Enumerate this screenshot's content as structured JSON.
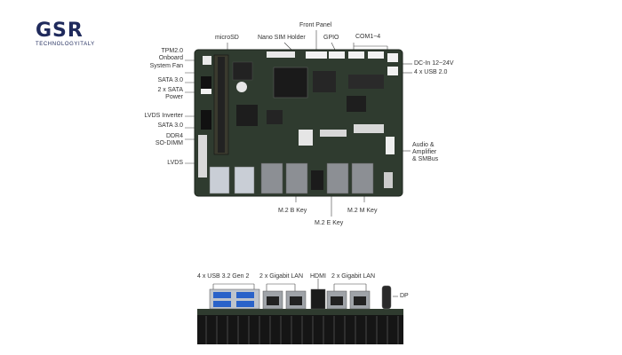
{
  "logo": {
    "main": "GSR",
    "sub": "TECHNOLOGYITALY"
  },
  "colors": {
    "pcb": "#2f3b2f",
    "pcb_edge": "#1d251d",
    "label": "#333333",
    "line": "#444444",
    "brand": "#1f2a5c",
    "heatsink": "#151515"
  },
  "top_labels": {
    "front_panel": "Front Panel",
    "microsd": "microSD",
    "nano_sim": "Nano SIM Holder",
    "gpio": "GPIO",
    "com": "COM1~4"
  },
  "left_labels": {
    "tpm": [
      "TPM2.0",
      "Onboard"
    ],
    "system_fan": "System Fan",
    "sata1": "SATA 3.0",
    "sata_power": [
      "2 x SATA",
      "Power"
    ],
    "lvds_inverter": "LVDS Inverter",
    "sata2": "SATA 3.0",
    "ddr4": [
      "DDR4",
      "SO-DIMM"
    ],
    "lvds": "LVDS"
  },
  "right_labels": {
    "dc_in": "DC-In 12~24V",
    "usb20": "4 x USB 2.0",
    "audio": [
      "Audio &",
      "Amplifier",
      "& SMBus"
    ]
  },
  "bottom_labels": {
    "m2b": "M.2 B Key",
    "m2e": "M.2 E Key",
    "m2m": "M.2 M Key"
  },
  "io_labels": {
    "usb32": "4 x USB 3.2 Gen 2",
    "lan1": "2 x Gigabit LAN",
    "hdmi": "HDMI",
    "lan2": "2 x Gigabit LAN",
    "dp": "DP"
  }
}
